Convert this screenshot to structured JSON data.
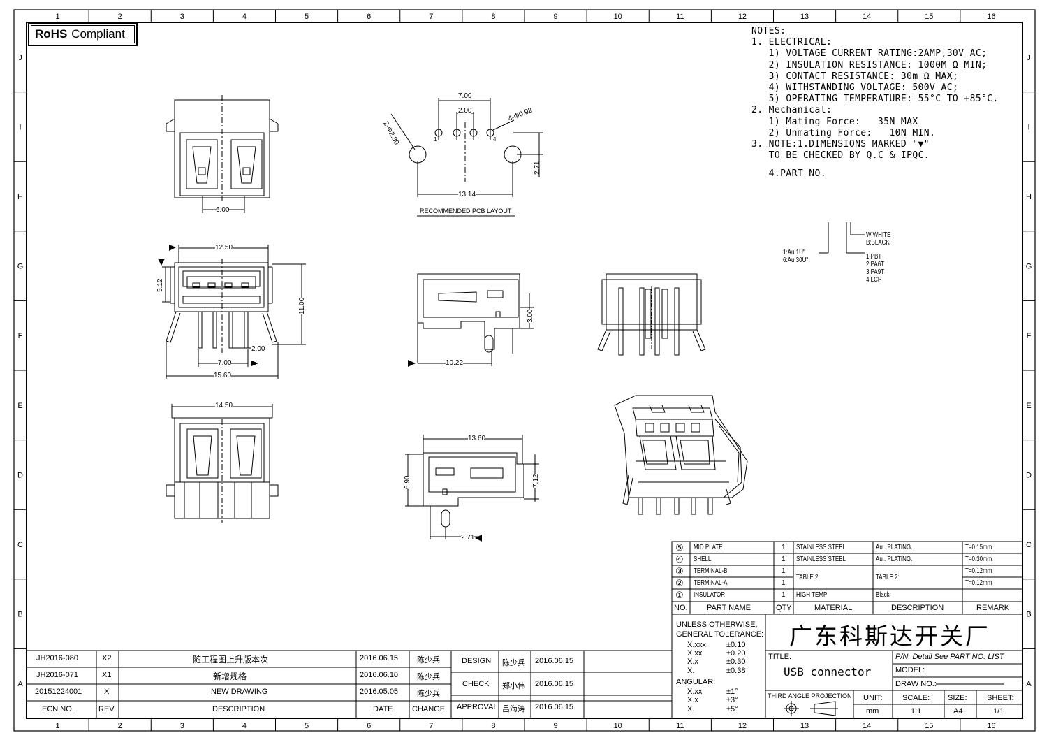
{
  "badge": {
    "bold": "RoHS",
    "text": "Compliant"
  },
  "grid": {
    "columns": [
      "1",
      "2",
      "3",
      "4",
      "5",
      "6",
      "7",
      "8",
      "9",
      "10",
      "11",
      "12",
      "13",
      "14",
      "15",
      "16"
    ],
    "rows": [
      "J",
      "I",
      "H",
      "G",
      "F",
      "E",
      "D",
      "C",
      "B",
      "A"
    ]
  },
  "notes": [
    "NOTES:",
    "1. ELECTRICAL:",
    "   1) VOLTAGE CURRENT RATING:2AMP,30V AC;",
    "   2) INSULATION RESISTANCE: 1000M Ω MIN;",
    "   3) CONTACT RESISTANCE: 30m Ω MAX;",
    "   4) WITHSTANDING VOLTAGE: 500V AC;",
    "   5) OPERATING TEMPERATURE:-55°C TO +85°C.",
    "2. Mechanical:",
    "   1) Mating Force:   35N MAX",
    "   2) Unmating Force:   10N MIN.",
    "3. NOTE:1.DIMENSIONS MARKED \"▼\"",
    "   TO BE CHECKED BY Q.C & IPQC.",
    "",
    "   4.PART NO."
  ],
  "part_no": {
    "plating": [
      "1:Au 1U\"",
      "6:Au 30U\""
    ],
    "color": [
      "W:WHITE",
      "B:BLACK"
    ],
    "material": [
      "1:PBT",
      "2:PA6T",
      "3:PA9T",
      "4:LCP"
    ]
  },
  "dims": {
    "top_width": "6.00",
    "pcb_7": "7.00",
    "pcb_2": "2.00",
    "pcb_hole_left": "2-Φ2.30",
    "pcb_hole_right": "4-Φ0.92",
    "pcb_271": "2.71",
    "pcb_1314": "13.14",
    "pcb_caption": "RECOMMENDED PCB LAYOUT",
    "pin_1": "1",
    "pin_4": "4",
    "front_1250": "12.50",
    "front_512": "5.12",
    "front_1100": "11.00",
    "front_200": "2.00",
    "front_700": "7.00",
    "front_1560": "15.60",
    "side_300": "3.00",
    "side_1022": "10.22",
    "bot_1450": "14.50",
    "side2_1360": "13.60",
    "side2_690": "6.90",
    "side2_712": "7.12",
    "side2_271": "2.71"
  },
  "bom": {
    "rows": [
      {
        "no": "⑤",
        "name": "MID PLATE",
        "qty": "1",
        "material": "STAINLESS STEEL",
        "desc": "Au . PLATING.",
        "remark": "T=0.15mm"
      },
      {
        "no": "④",
        "name": "SHELL",
        "qty": "1",
        "material": "STAINLESS STEEL",
        "desc": "Au . PLATING.",
        "remark": "T=0.30mm"
      },
      {
        "no": "③",
        "name": "TERMINAL-B",
        "qty": "1",
        "material": "TABLE 2:",
        "desc": "TABLE 2:",
        "remark": "T=0.12mm"
      },
      {
        "no": "②",
        "name": "TERMINAL-A",
        "qty": "1",
        "material": "",
        "desc": "",
        "remark": "T=0.12mm"
      },
      {
        "no": "①",
        "name": "INSULATOR",
        "qty": "1",
        "material": "HIGH TEMP",
        "desc": "Black",
        "remark": ""
      }
    ],
    "headers": {
      "no": "NO.",
      "name": "PART NAME",
      "qty": "QTY",
      "material": "MATERIAL",
      "desc": "DESCRIPTION",
      "remark": "REMARK"
    }
  },
  "tolerance": {
    "title1": "UNLESS OTHERWISE,",
    "title2": "GENERAL TOLERANCE:",
    "lines": [
      {
        "k": "X.xxx",
        "v": "±0.10"
      },
      {
        "k": "X.xx",
        "v": "±0.20"
      },
      {
        "k": "X.x",
        "v": "±0.30"
      },
      {
        "k": "X.",
        "v": "±0.38"
      }
    ],
    "angular": "ANGULAR:",
    "angles": [
      {
        "k": "X.xx",
        "v": "±1°"
      },
      {
        "k": "X.x",
        "v": "±3°"
      },
      {
        "k": "X.",
        "v": "±5°"
      }
    ]
  },
  "titleblock": {
    "company": "广东科斯达开关厂",
    "title_label": "TITLE:",
    "title": "USB connector",
    "pn": "P/N: Detail  See  PART  NO.  LIST",
    "model": "MODEL:",
    "draw_no": "DRAW  NO.:",
    "projection": "THIRD ANGLE PROJECTION",
    "unit_label": "UNIT:",
    "unit": "mm",
    "scale_label": "SCALE:",
    "scale": "1:1",
    "size_label": "SIZE:",
    "size": "A4",
    "sheet_label": "SHEET:",
    "sheet": "1/1"
  },
  "revisions": [
    {
      "ecn": "JH2016-080",
      "rev": "X2",
      "desc": "随工程图上升版本次",
      "date": "2016.06.15",
      "change": "陈少兵"
    },
    {
      "ecn": "JH2016-071",
      "rev": "X1",
      "desc": "新增规格",
      "date": "2016.06.10",
      "change": "陈少兵"
    },
    {
      "ecn": "20151224001",
      "rev": "X",
      "desc": "NEW DRAWING",
      "date": "2016.05.05",
      "change": "陈少兵"
    }
  ],
  "revision_headers": {
    "ecn": "ECN  NO.",
    "rev": "REV.",
    "desc": "DESCRIPTION",
    "date": "DATE",
    "change": "CHANGE"
  },
  "approvals": [
    {
      "role": "DESIGN",
      "name": "陈少兵",
      "date": "2016.06.15"
    },
    {
      "role": "CHECK",
      "name": "郑小伟",
      "date": "2016.06.15"
    },
    {
      "role": "APPROVAL",
      "name": "吕海涛",
      "date": "2016.06.15"
    }
  ]
}
